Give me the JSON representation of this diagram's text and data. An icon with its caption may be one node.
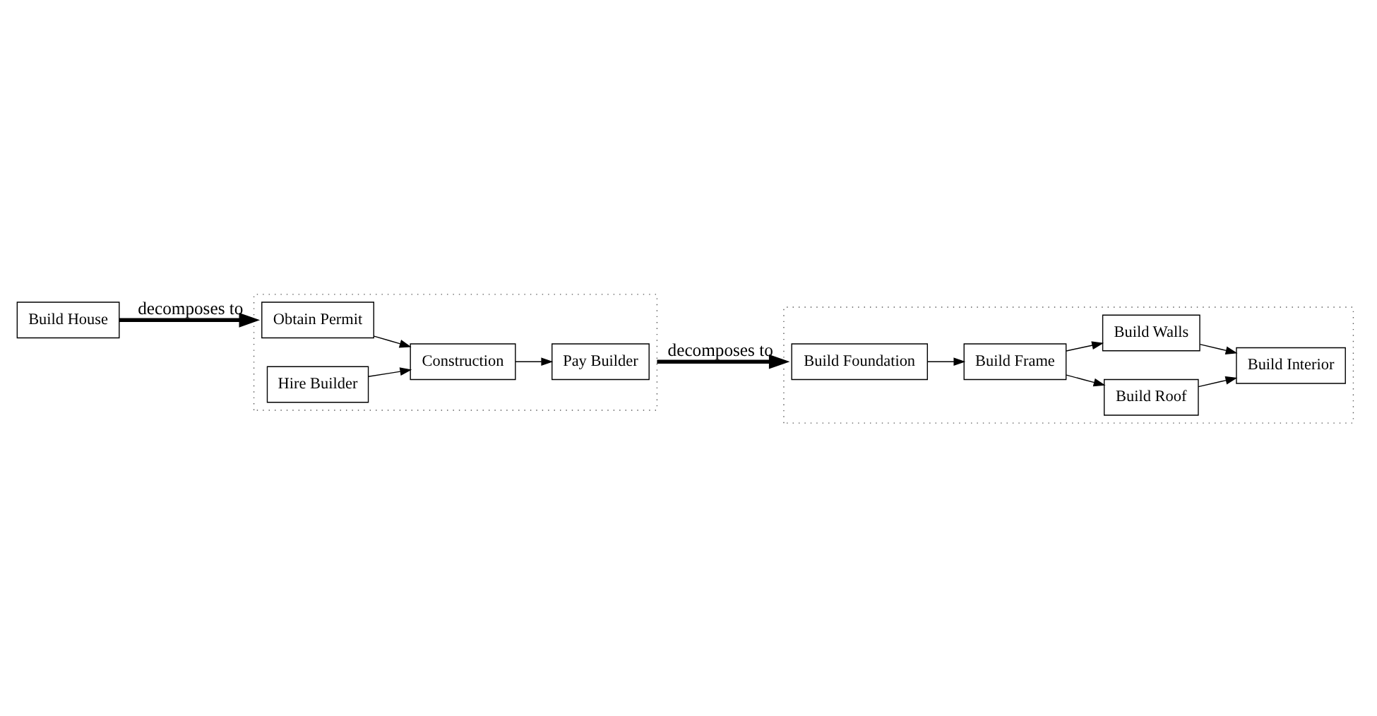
{
  "diagram": {
    "nodes": [
      {
        "text": [
          "Build House"
        ]
      },
      {
        "text": [],
        "shape": "box"
      },
      {
        "text": [
          "Obtain Permit"
        ],
        "in": 1
      },
      {
        "text": [
          "Hire Builder"
        ],
        "in": 1
      },
      {
        "text": [
          "Construction"
        ],
        "in": 1
      },
      {
        "text": [
          "Pay Builder"
        ],
        "in": 1
      },
      {
        "text": [],
        "shape": "box"
      },
      {
        "text": [
          "Build Foundation"
        ],
        "in": 6
      },
      {
        "text": [
          "Build Frame"
        ],
        "in": 6
      },
      {
        "text": [
          "Build Roof"
        ],
        "in": 6
      },
      {
        "text": [
          "Build Walls"
        ],
        "in": 6
      },
      {
        "text": [
          "Build Interior"
        ],
        "in": 6
      }
    ],
    "edges": [
      {
        "from": 0,
        "to": 1,
        "arrow": "to",
        "label": "decomposes to",
        "style": "thick"
      },
      {
        "from": 2,
        "to": 4,
        "arrow": "to"
      },
      {
        "from": 3,
        "to": 4,
        "arrow": "to"
      },
      {
        "from": 4,
        "to": 5,
        "arrow": "to"
      },
      {
        "from": 1,
        "to": 6,
        "arrow": "to",
        "label": "decomposes to",
        "style": "thick"
      },
      {
        "from": 7,
        "to": 8,
        "arrow": "to"
      },
      {
        "from": 8,
        "to": 9,
        "arrow": "to"
      },
      {
        "from": 8,
        "to": 10,
        "arrow": "to"
      },
      {
        "from": 9,
        "to": 11,
        "arrow": "to"
      },
      {
        "from": 10,
        "to": 11,
        "arrow": "to"
      }
    ]
  }
}
